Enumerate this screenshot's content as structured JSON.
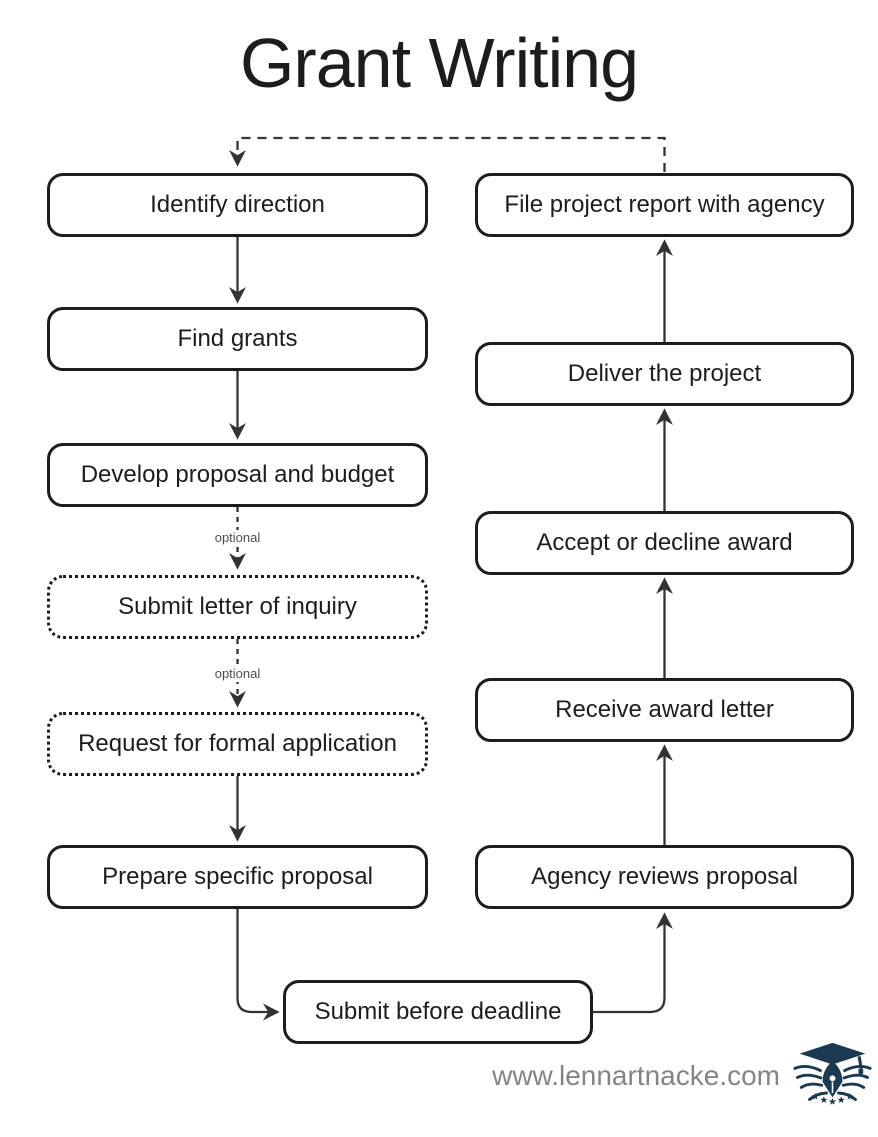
{
  "title": "Grant Writing",
  "colors": {
    "background": "#ffffff",
    "node_border": "#1d1d1d",
    "node_text": "#1d1d1d",
    "connector": "#333333",
    "optional_text": "#4f4f4f",
    "footer_text": "#848484",
    "logo_navy": "#1b3a52"
  },
  "diagram": {
    "optional_label": "optional",
    "left_column": [
      {
        "id": "identify-direction",
        "label": "Identify direction",
        "style": "solid"
      },
      {
        "id": "find-grants",
        "label": "Find grants",
        "style": "solid"
      },
      {
        "id": "develop-proposal-and-budget",
        "label": "Develop proposal and budget",
        "style": "solid"
      },
      {
        "id": "submit-letter-of-inquiry",
        "label": "Submit letter of inquiry",
        "style": "dotted"
      },
      {
        "id": "request-for-formal-application",
        "label": "Request for formal application",
        "style": "dotted"
      },
      {
        "id": "prepare-specific-proposal",
        "label": "Prepare specific proposal",
        "style": "solid"
      }
    ],
    "bottom_node": {
      "id": "submit-before-deadline",
      "label": "Submit before deadline",
      "style": "solid"
    },
    "right_column": [
      {
        "id": "file-project-report-with-agency",
        "label": "File project report with agency",
        "style": "solid"
      },
      {
        "id": "deliver-the-project",
        "label": "Deliver the project",
        "style": "solid"
      },
      {
        "id": "accept-or-decline-award",
        "label": "Accept or decline award",
        "style": "solid"
      },
      {
        "id": "receive-award-letter",
        "label": "Receive award letter",
        "style": "solid"
      },
      {
        "id": "agency-reviews-proposal",
        "label": "Agency reviews proposal",
        "style": "solid"
      }
    ],
    "edges": [
      {
        "from": "identify-direction",
        "to": "find-grants",
        "style": "solid"
      },
      {
        "from": "find-grants",
        "to": "develop-proposal-and-budget",
        "style": "solid"
      },
      {
        "from": "develop-proposal-and-budget",
        "to": "submit-letter-of-inquiry",
        "style": "dashed",
        "label": "optional"
      },
      {
        "from": "submit-letter-of-inquiry",
        "to": "request-for-formal-application",
        "style": "dashed",
        "label": "optional"
      },
      {
        "from": "request-for-formal-application",
        "to": "prepare-specific-proposal",
        "style": "solid"
      },
      {
        "from": "prepare-specific-proposal",
        "to": "submit-before-deadline",
        "style": "solid"
      },
      {
        "from": "submit-before-deadline",
        "to": "agency-reviews-proposal",
        "style": "solid"
      },
      {
        "from": "agency-reviews-proposal",
        "to": "receive-award-letter",
        "style": "solid"
      },
      {
        "from": "receive-award-letter",
        "to": "accept-or-decline-award",
        "style": "solid"
      },
      {
        "from": "accept-or-decline-award",
        "to": "deliver-the-project",
        "style": "solid"
      },
      {
        "from": "deliver-the-project",
        "to": "file-project-report-with-agency",
        "style": "solid"
      },
      {
        "from": "file-project-report-with-agency",
        "to": "identify-direction",
        "style": "dashed"
      }
    ]
  },
  "footer": {
    "website": "www.lennartnacke.com",
    "logo": "graduation-cap-pen-book-stars-emblem"
  }
}
